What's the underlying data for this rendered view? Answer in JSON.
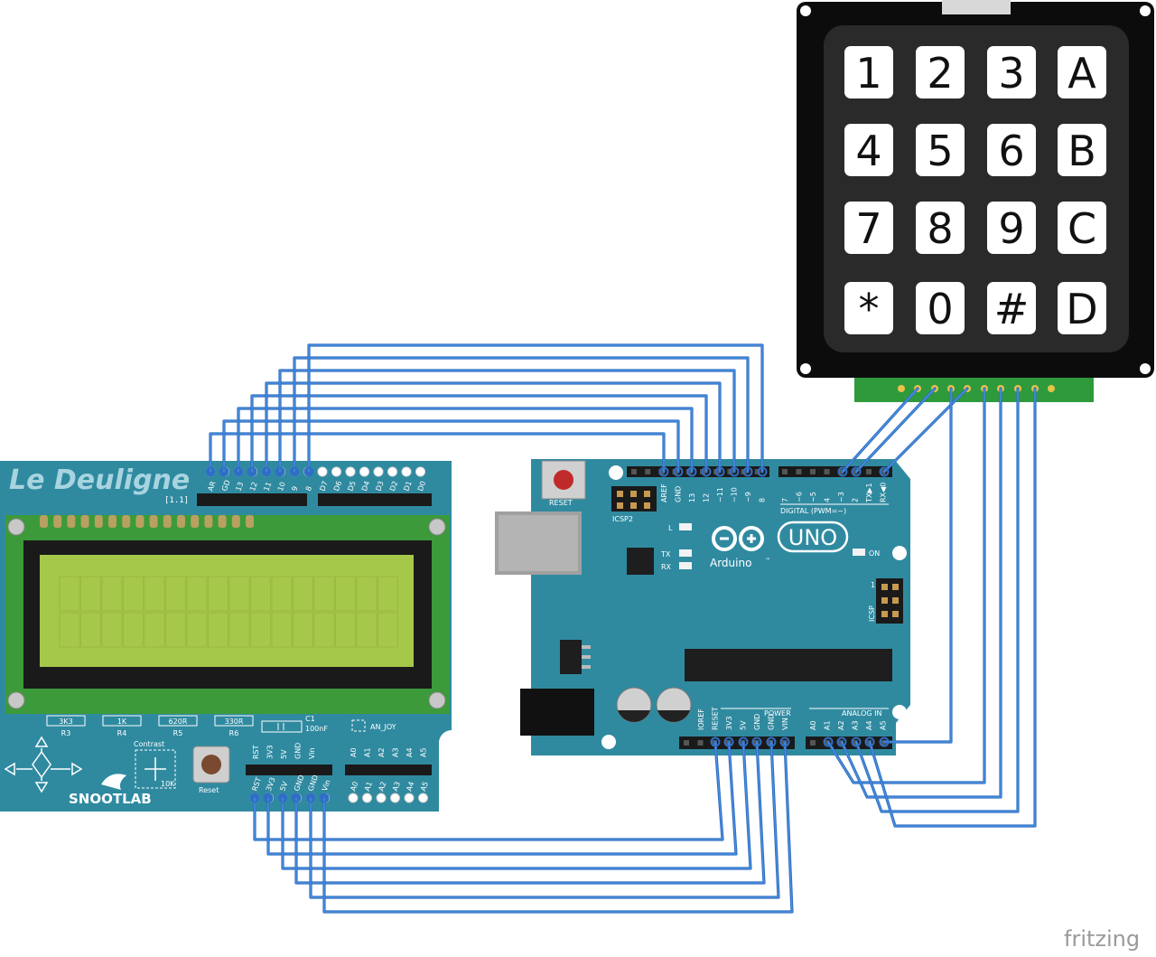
{
  "keypad": {
    "keys": [
      "1",
      "2",
      "3",
      "A",
      "4",
      "5",
      "6",
      "B",
      "7",
      "8",
      "9",
      "C",
      "*",
      "0",
      "#",
      "D"
    ]
  },
  "lcd_shield": {
    "brand": "Le Deuligne",
    "version": "[1.1]",
    "maker": "SNOOTLAB",
    "contrast_label": "Contrast",
    "pot_value": "10K",
    "reset_label": "Reset",
    "resistors": [
      {
        "value": "3K3",
        "ref": "R3"
      },
      {
        "value": "1K",
        "ref": "R4"
      },
      {
        "value": "620R",
        "ref": "R5"
      },
      {
        "value": "330R",
        "ref": "R6"
      }
    ],
    "cap_ref": "C1",
    "cap_value": "100nF",
    "joy_label": "AN_JOY",
    "top_pins": [
      "AR",
      "GD",
      "13",
      "12",
      "11",
      "10",
      "9",
      "8",
      "D7",
      "D6",
      "D5",
      "D4",
      "D3",
      "D2",
      "D1",
      "D0"
    ],
    "power_pins": [
      "RST",
      "3V3",
      "5V",
      "5V",
      "GND",
      "GND",
      "Vin"
    ],
    "analog_pins": [
      "A0",
      "A1",
      "A2",
      "A3",
      "A4",
      "A5"
    ]
  },
  "arduino": {
    "reset_label": "RESET",
    "icsp2_label": "ICSP2",
    "icsp_label": "ICSP",
    "led_l": "L",
    "led_tx": "TX",
    "led_rx": "RX",
    "on_label": "ON",
    "logo_text": "Arduino",
    "tm": "™",
    "model": "UNO",
    "digital_label": "DIGITAL (PWM=~)",
    "power_label": "POWER",
    "analog_label": "ANALOG IN",
    "icsp_pin1": "1",
    "digital_pins_left": [
      "AREF",
      "GND",
      "13",
      "12",
      "~11",
      "~10",
      "~9",
      "8"
    ],
    "digital_pins_right": [
      "7",
      "~6",
      "~5",
      "4",
      "~3",
      "2",
      "TX▶1",
      "RX◀0"
    ],
    "power_pins": [
      "IOREF",
      "RESET",
      "3V3",
      "5V",
      "GND",
      "GND",
      "VIN"
    ],
    "analog_pins": [
      "A0",
      "A1",
      "A2",
      "A3",
      "A4",
      "A5"
    ]
  },
  "watermark": "fritzing",
  "colors": {
    "wire": "#2f6fc4",
    "board": "#2f8aa0",
    "keypad_body": "#111111",
    "lcd_screen": "#a6c84a"
  }
}
